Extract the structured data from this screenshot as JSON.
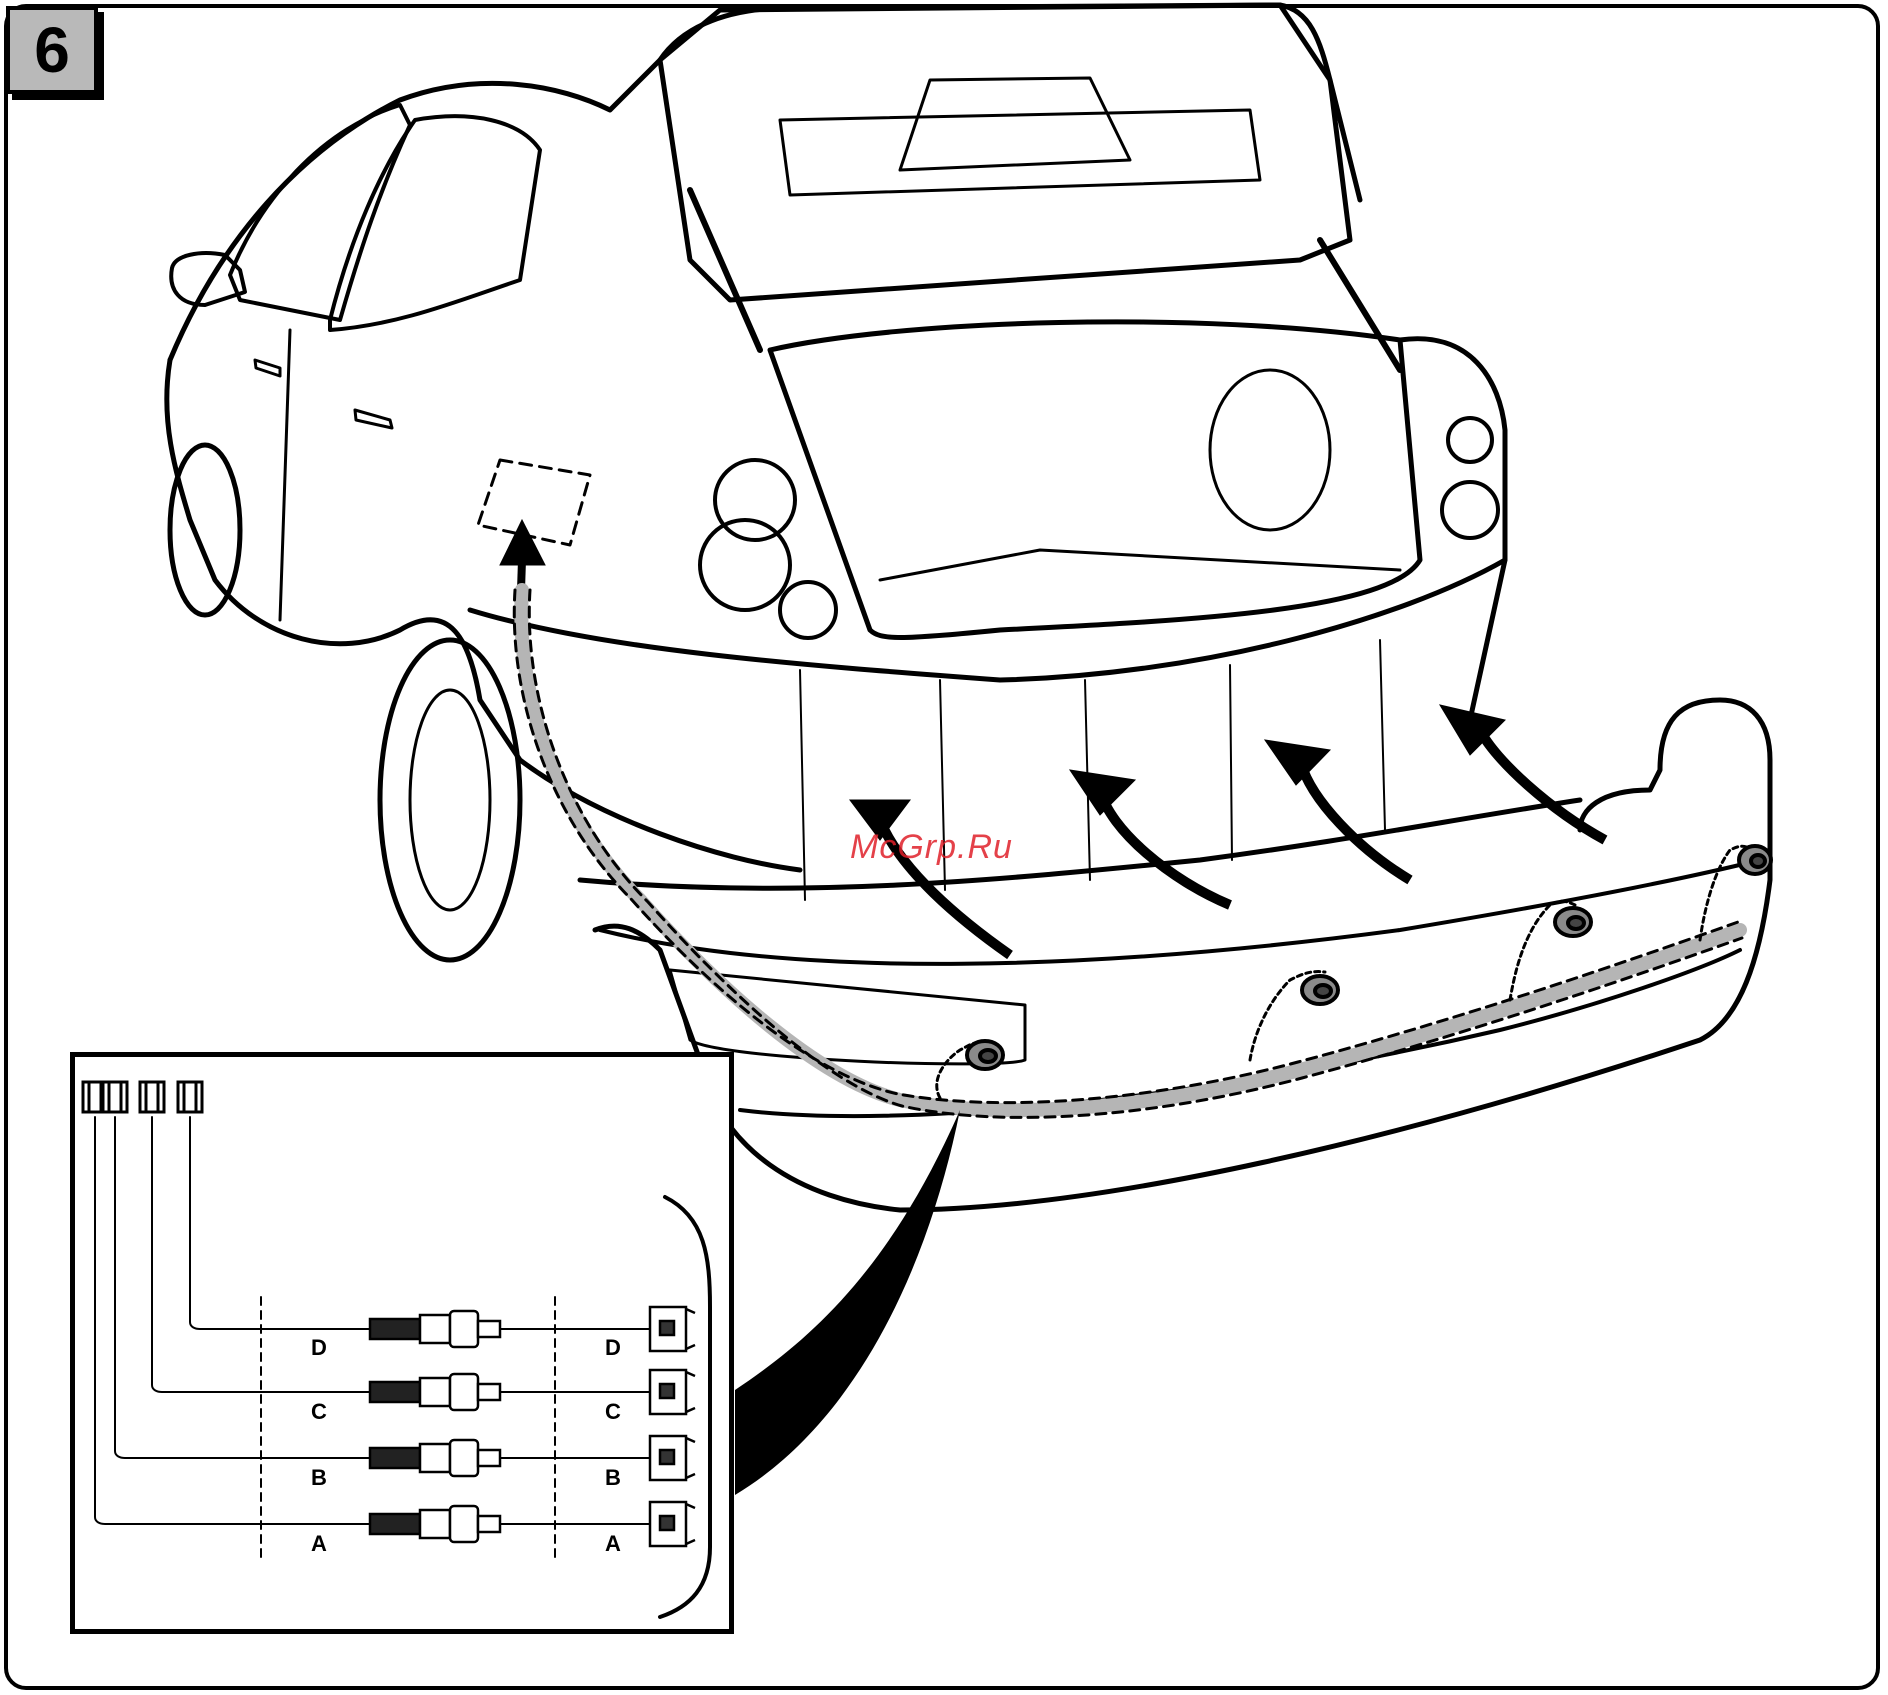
{
  "step": {
    "number": "6"
  },
  "watermark": {
    "text": "McGrp.Ru"
  },
  "connectors": {
    "left_labels": [
      "D",
      "C",
      "B",
      "A"
    ],
    "right_labels": [
      "D",
      "C",
      "B",
      "A"
    ]
  },
  "colors": {
    "line": "#000000",
    "cable": "#b5b5b5",
    "badge": "#b9b9b9",
    "watermark": "#e0202a"
  }
}
